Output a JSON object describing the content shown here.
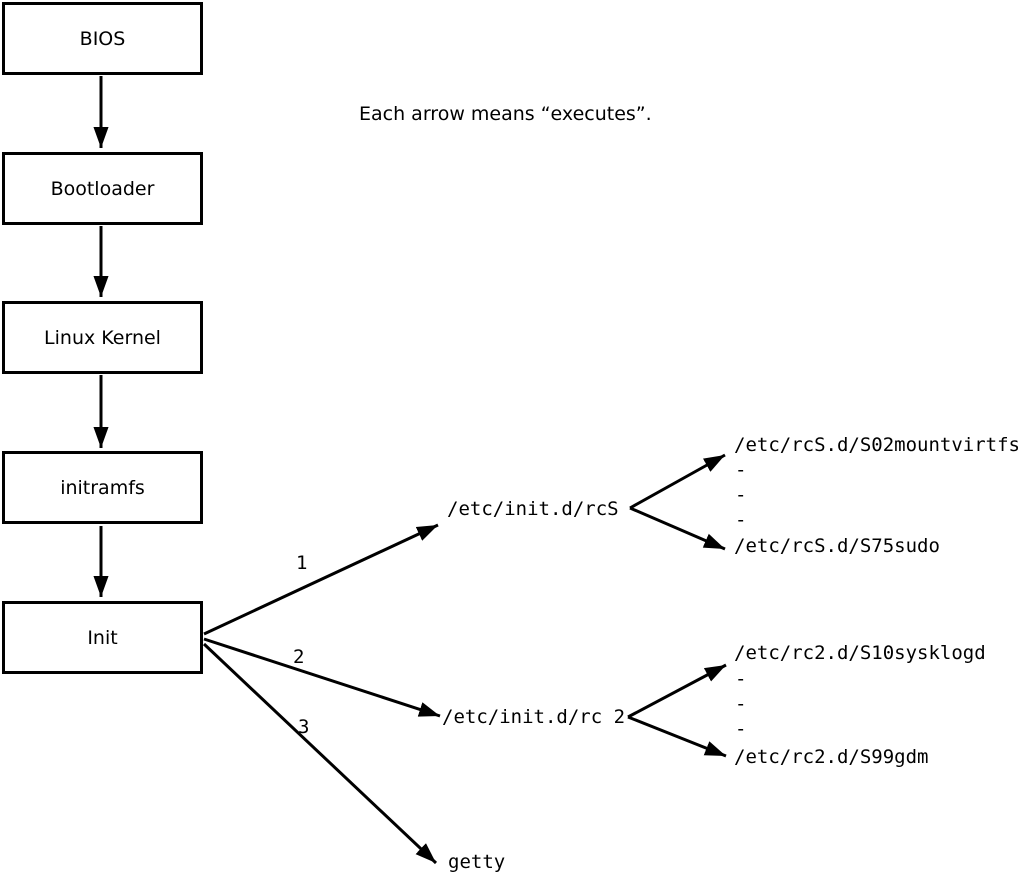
{
  "note": "Each arrow means “executes”.",
  "flow_boxes": [
    {
      "label": "BIOS"
    },
    {
      "label": "Bootloader"
    },
    {
      "label": "Linux Kernel"
    },
    {
      "label": "initramfs"
    },
    {
      "label": "Init"
    }
  ],
  "branches": [
    {
      "number": "1",
      "target": "/etc/init.d/rcS",
      "children": [
        "/etc/rcS.d/S02mountvirtfs",
        "-",
        "-",
        "-",
        "/etc/rcS.d/S75sudo"
      ]
    },
    {
      "number": "2",
      "target": "/etc/init.d/rc 2",
      "children": [
        "/etc/rc2.d/S10sysklogd",
        "-",
        "-",
        "-",
        "/etc/rc2.d/S99gdm"
      ]
    },
    {
      "number": "3",
      "target": "getty",
      "children": []
    }
  ],
  "colors": {
    "ink": "#000000",
    "background": "#ffffff"
  }
}
